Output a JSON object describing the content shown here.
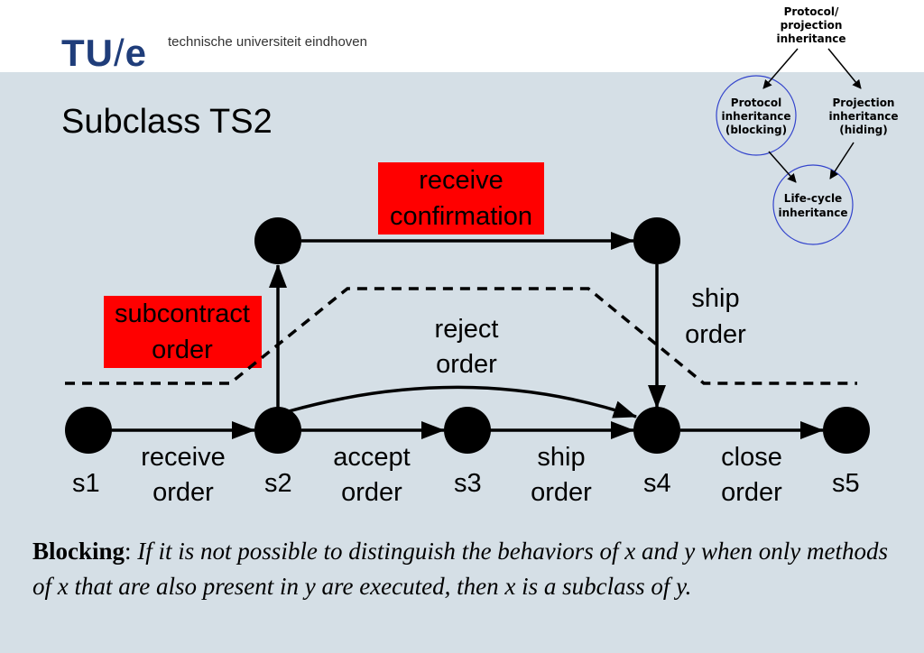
{
  "header": {
    "logo_main": "TU",
    "logo_slash": "/",
    "logo_end": "e",
    "university": "technische universiteit eindhoven"
  },
  "slide": {
    "title": "Subclass TS2"
  },
  "diagram": {
    "states": [
      "s1",
      "s2",
      "s3",
      "s4",
      "s5"
    ],
    "edges": {
      "receive_order": [
        "receive",
        "order"
      ],
      "accept_order": [
        "accept",
        "order"
      ],
      "ship_order_bottom": [
        "ship",
        "order"
      ],
      "close_order": [
        "close",
        "order"
      ],
      "reject_order": [
        "reject",
        "order"
      ],
      "ship_order_right": [
        "ship",
        "order"
      ],
      "receive_confirmation": [
        "receive",
        "confirmation"
      ],
      "subcontract_order": [
        "subcontract",
        "order"
      ]
    },
    "highlight_color": "#ff0000"
  },
  "hierarchy": {
    "top": [
      "Protocol/",
      "projection",
      "inheritance"
    ],
    "left": [
      "Protocol",
      "inheritance",
      "(blocking)"
    ],
    "right": [
      "Projection",
      "inheritance",
      "(hiding)"
    ],
    "bottom": [
      "Life-cycle",
      "inheritance"
    ],
    "circle_color": "#3344cc"
  },
  "definition": {
    "term": "Blocking",
    "separator": ": ",
    "text": "If it is not possible to distinguish the behaviors of x and y when only methods of x that are also present in y are executed, then x is a subclass of y."
  }
}
